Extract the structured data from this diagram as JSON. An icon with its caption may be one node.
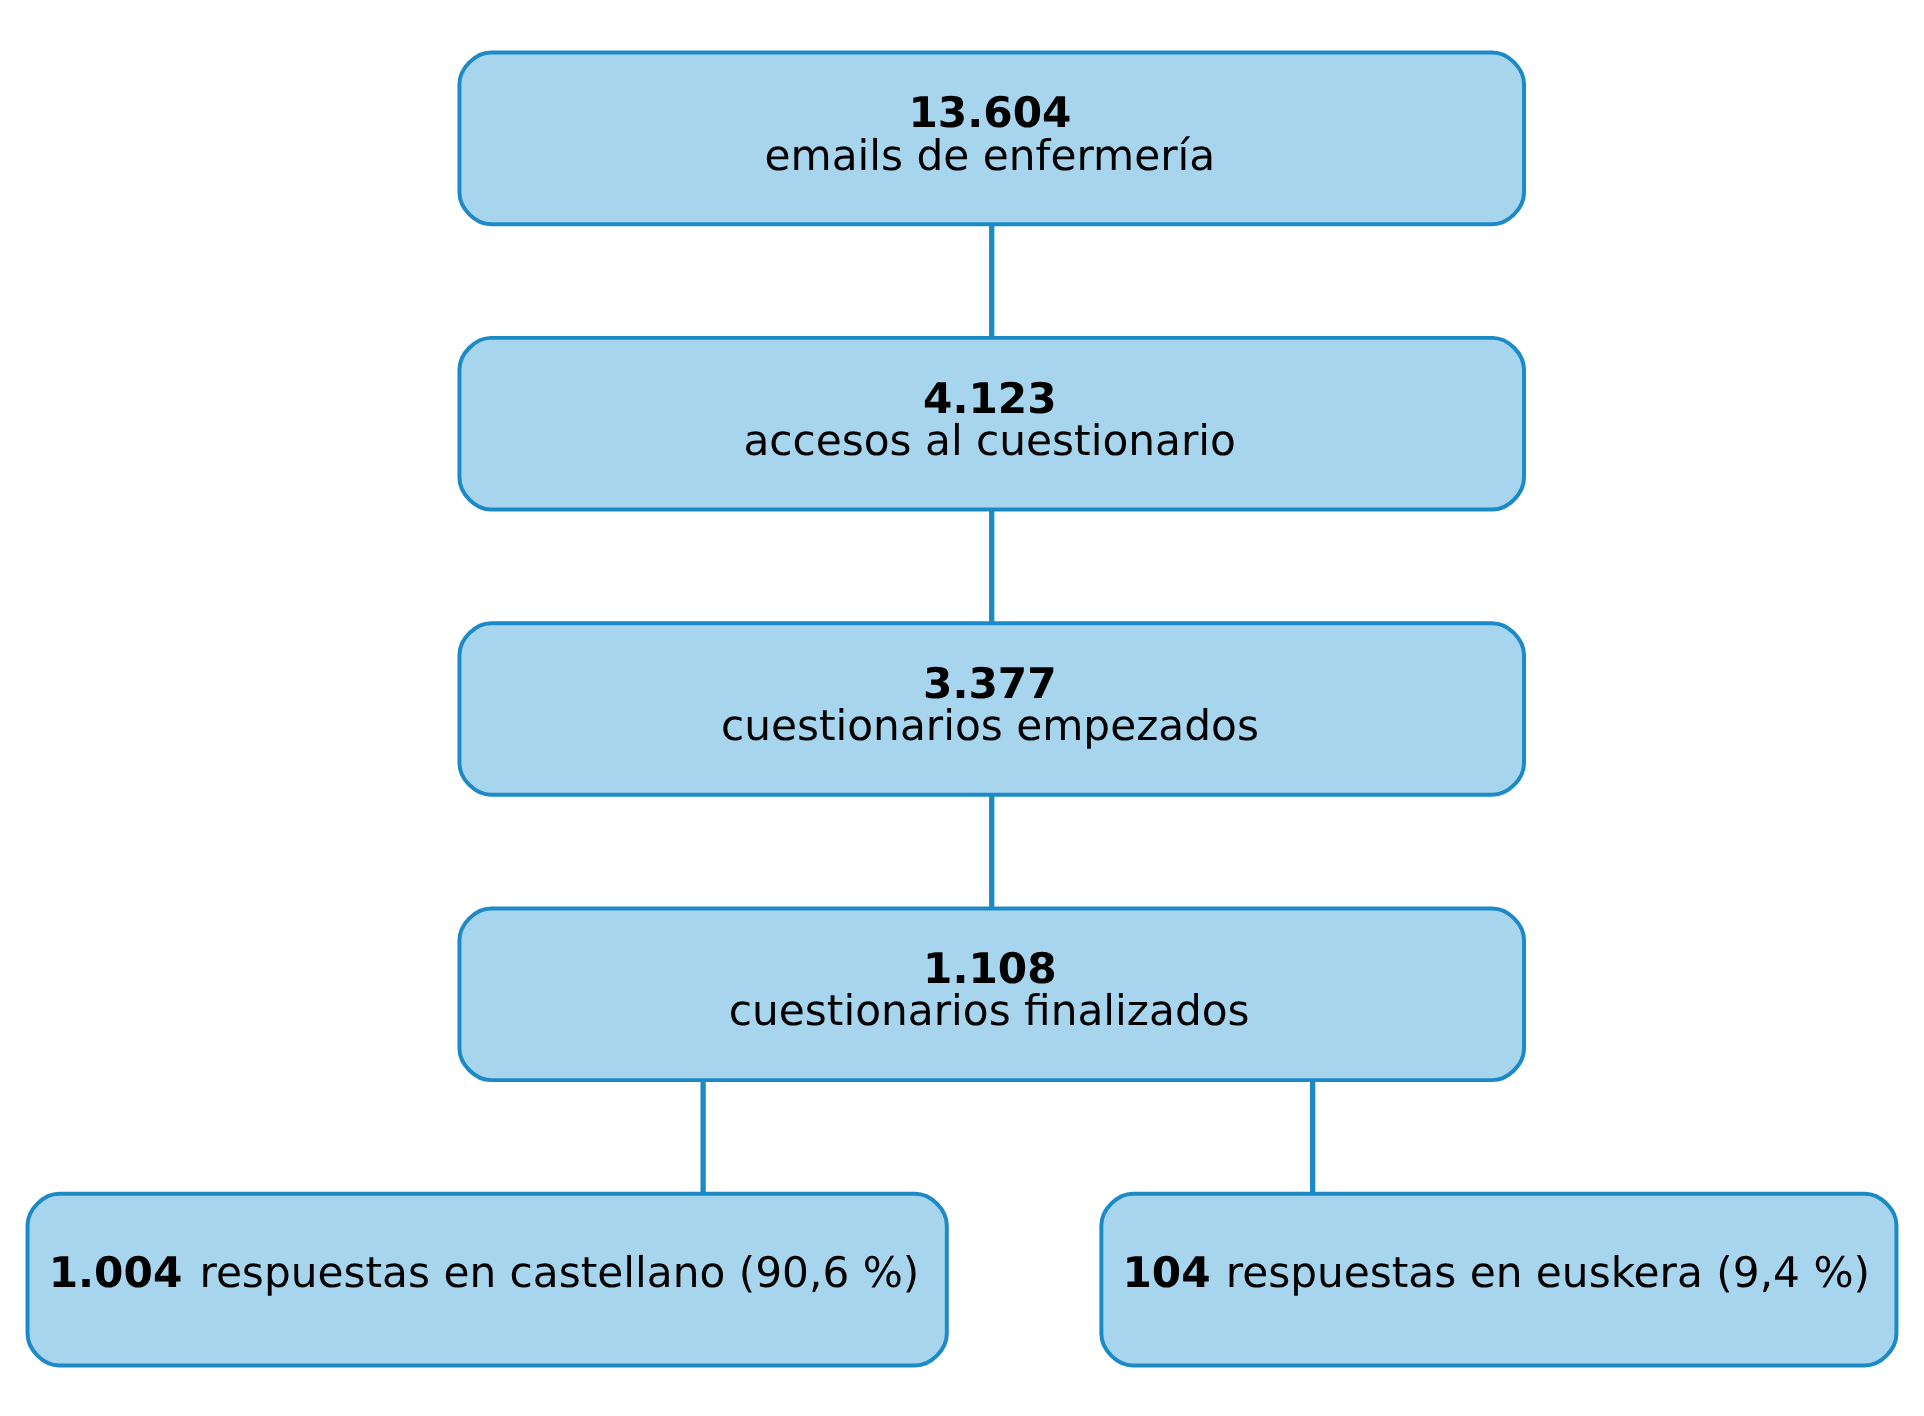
{
  "diagram": {
    "nodes": [
      {
        "text": [
          "13.604",
          "emails de enfermería"
        ]
      },
      {
        "text": [
          "4.123",
          "accesos al cuestionario"
        ]
      },
      {
        "text": [
          "3.377",
          "cuestionarios empezados"
        ]
      },
      {
        "text": [
          "1.108",
          "cuestionarios finalizados"
        ]
      },
      {
        "text": [
          "**1.004** respuestas en castellano (90,6 %)"
        ]
      },
      {
        "text": [
          "**104** respuestas en euskera (9,4 %)"
        ]
      }
    ],
    "edges": [
      {
        "from": 0,
        "to": 1,
        "arrow": "none"
      },
      {
        "from": 1,
        "to": 2,
        "arrow": "none"
      },
      {
        "from": 2,
        "to": 3,
        "arrow": "none"
      },
      {
        "from": 3,
        "to": 4,
        "arrow": "none"
      },
      {
        "from": 3,
        "to": 5,
        "arrow": "none"
      }
    ]
  }
}
